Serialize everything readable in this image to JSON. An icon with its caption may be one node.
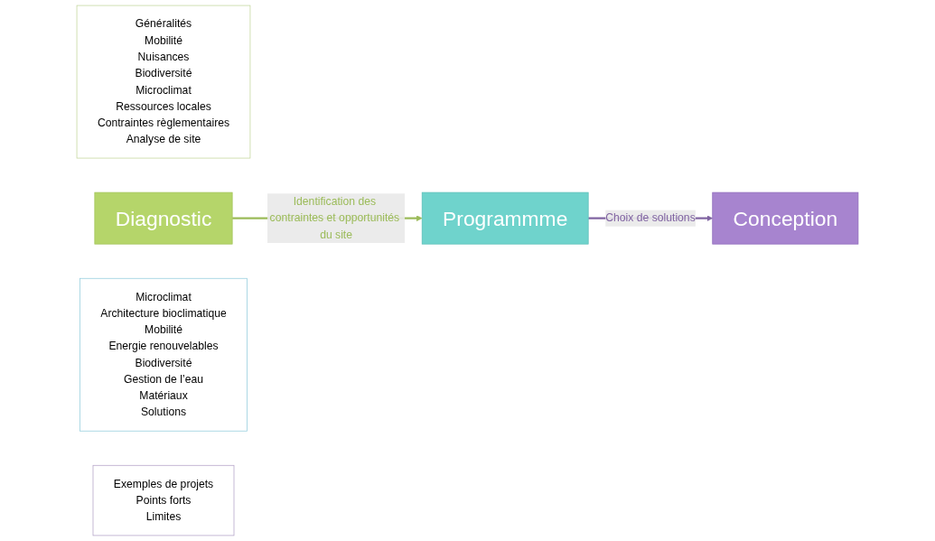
{
  "diagram": {
    "nodes": [
      {
        "text": [
          "Généralités",
          "Mobilité",
          "Nuisances",
          "Biodiversité",
          "Microclimat",
          "Ressources locales",
          "Contraintes règlementaires",
          "Analyse de site"
        ]
      },
      {
        "text": [
          "Diagnostic"
        ]
      },
      {
        "text": [
          "Microclimat",
          "Architecture bioclimatique",
          "Mobilité",
          "Energie renouvelables",
          "Biodiversité",
          "Gestion de l’eau",
          "Matériaux",
          "Solutions"
        ]
      },
      {
        "text": [
          "Programmme"
        ]
      },
      {
        "text": [
          "Exemples de projets",
          "Points forts",
          "Limites"
        ]
      },
      {
        "text": [
          "Conception"
        ]
      }
    ],
    "edges": [
      {
        "from": 1,
        "to": 3,
        "arrow": "to",
        "label": "Identification des contraintes et opportunités du site",
        "color": "#9bbb59"
      },
      {
        "from": 3,
        "to": 5,
        "arrow": "to",
        "label": "Choix de solutions",
        "color": "#8064a2"
      }
    ]
  }
}
